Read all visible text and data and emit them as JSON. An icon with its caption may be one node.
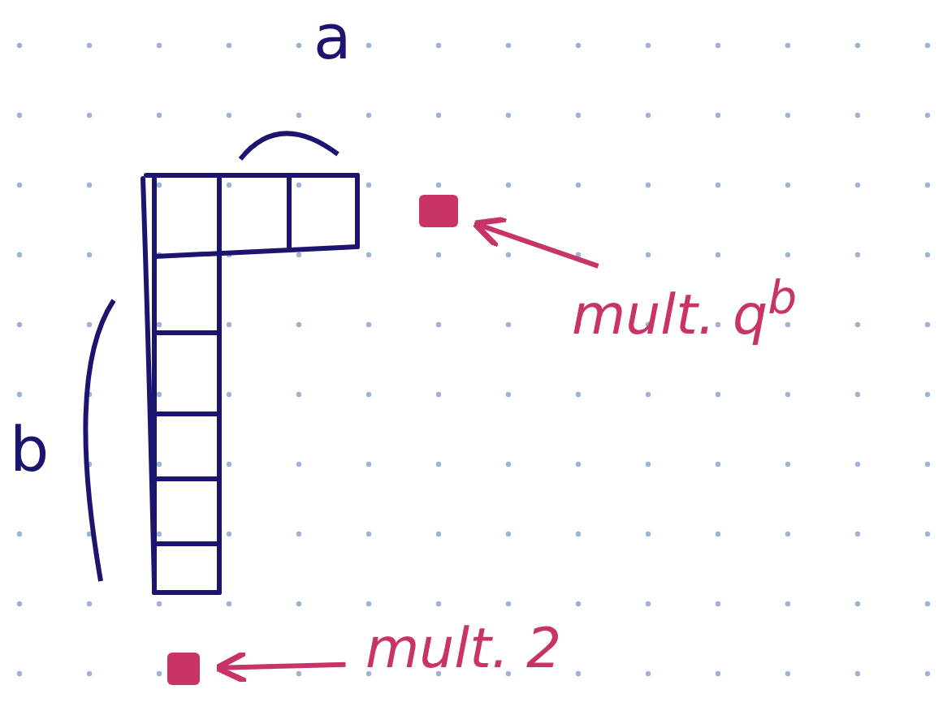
{
  "diagram": {
    "nodes": [
      {
        "text": [
          "mult. q$^{b}$"
        ]
      },
      {
        "text": [],
        "shape": "box"
      },
      {
        "text": [
          "mult. 2"
        ]
      },
      {
        "text": [],
        "shape": "box"
      }
    ],
    "edges": [
      {
        "from": 0,
        "to": 1,
        "arrow": "to"
      },
      {
        "from": 2,
        "to": 3,
        "arrow": "to"
      }
    ],
    "labels": [
      "a",
      "b"
    ]
  }
}
